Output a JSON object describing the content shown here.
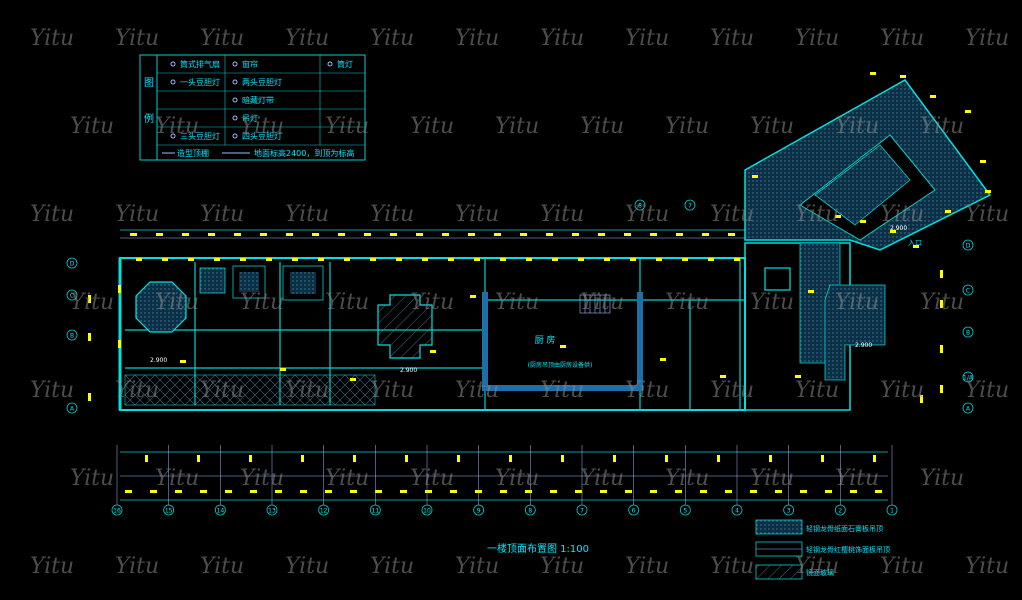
{
  "legend": {
    "side_title": [
      "图",
      "例"
    ],
    "rows": [
      [
        "筒式排气扇",
        "窗帘",
        "筒灯"
      ],
      [
        "一头豆胆灯",
        "两头豆胆灯",
        ""
      ],
      [
        "",
        "暗藏灯带",
        ""
      ],
      [
        "",
        "吊灯",
        ""
      ],
      [
        "三头豆胆灯",
        "四头豆胆灯",
        ""
      ]
    ],
    "footer": [
      "造型顶棚",
      "地面标高2400，到顶为标高"
    ]
  },
  "plan": {
    "title": "一楼顶面布置图  1:100",
    "room_label": "厨 房",
    "room_note": "(厨房吊顶由厨房设备供)",
    "elevations": [
      "2.900",
      "2.900",
      "2.900",
      "2.900"
    ],
    "entrance_label": "入口",
    "row_axes": [
      "D",
      "C",
      "B",
      "A"
    ],
    "right_axes": [
      "D",
      "C",
      "B",
      "1/A",
      "A"
    ],
    "col_axes": [
      "16",
      "15",
      "14",
      "13",
      "12",
      "11",
      "10",
      "9",
      "8",
      "7",
      "6",
      "5",
      "4",
      "3",
      "2",
      "1"
    ],
    "top_axes": [
      "8",
      "7"
    ]
  },
  "key": [
    "轻钢龙骨纸面石膏板吊顶",
    "轻钢龙骨红樱桃饰面板吊顶",
    "镜面玻璃"
  ],
  "watermark": "Yitu",
  "colors": {
    "background": "#000000",
    "wall": "#00e0e0",
    "line": "#9fb8ff",
    "light": "#ffff00",
    "hatch": "#1e4b63",
    "text": "#00e8ff"
  }
}
